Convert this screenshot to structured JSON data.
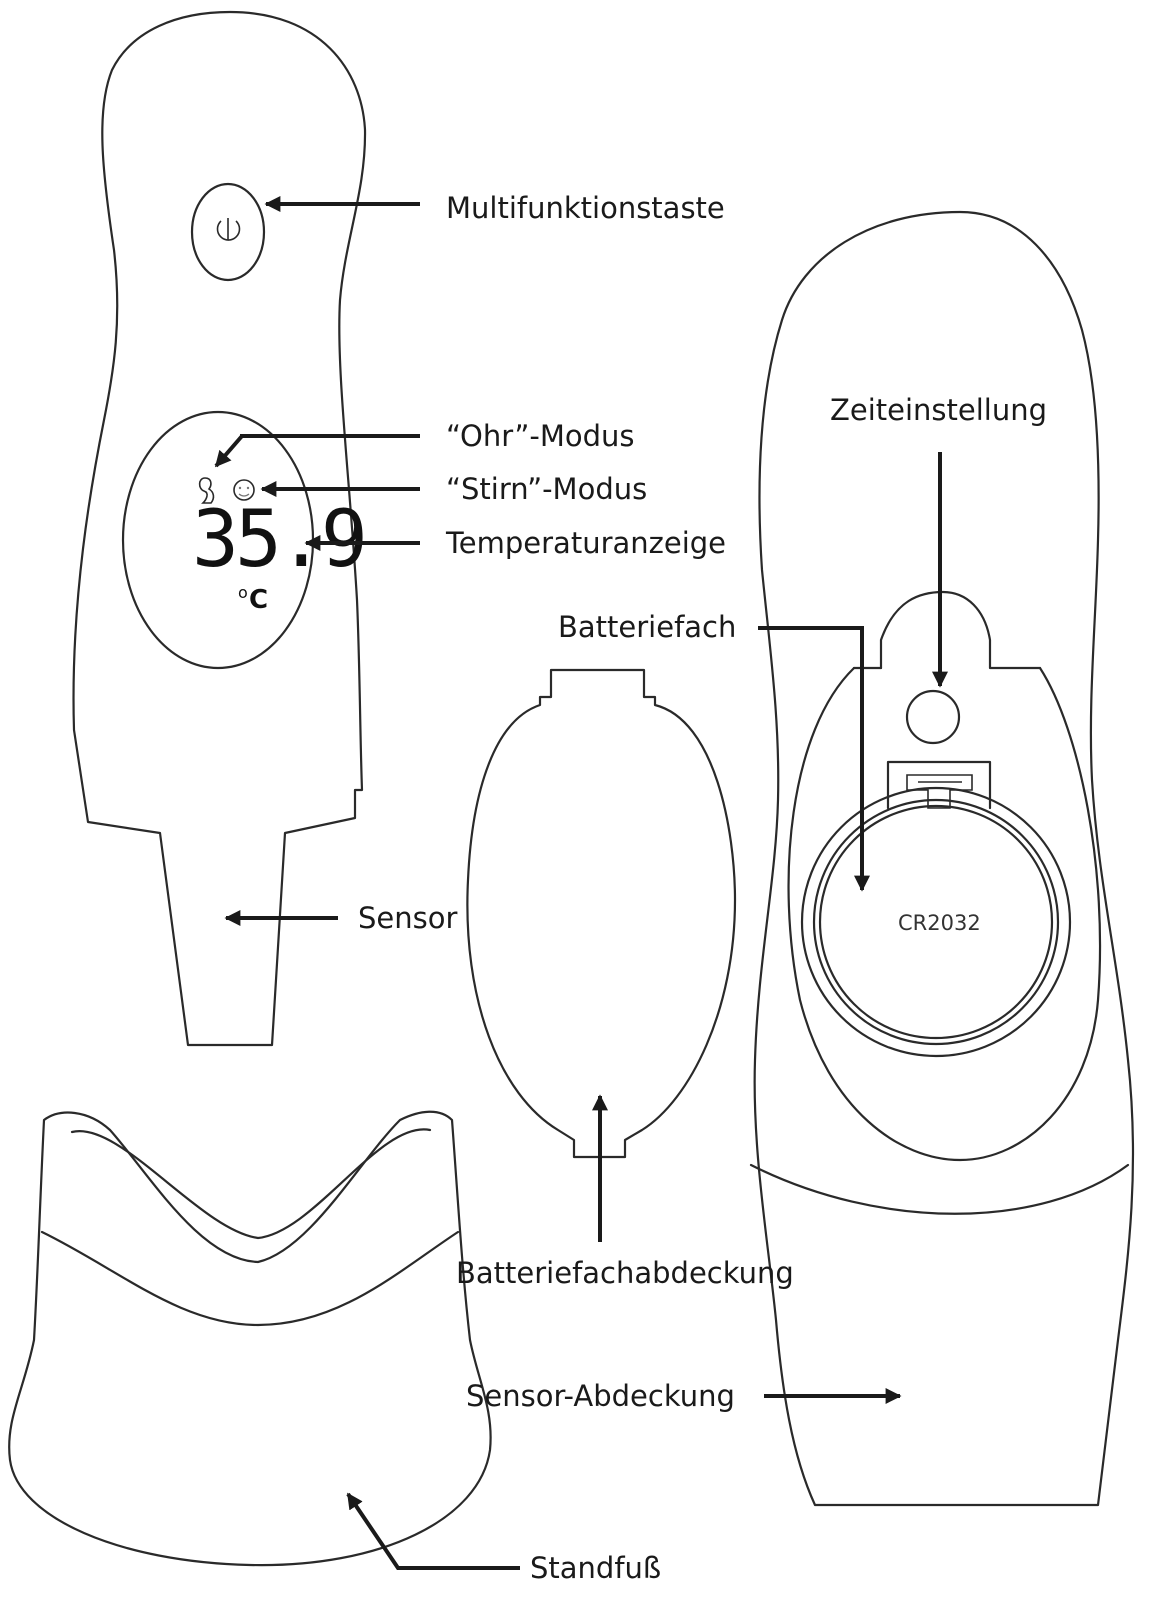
{
  "labels": {
    "multifunction_button": "Multifunktionstaste",
    "ear_mode": "“Ohr”-Modus",
    "forehead_mode": "“Stirn”-Modus",
    "temperature_display": "Temperaturanzeige",
    "sensor": "Sensor",
    "time_setting": "Zeiteinstellung",
    "battery_compartment": "Batteriefach",
    "battery_cover": "Batteriefachabdeckung",
    "sensor_cover": "Sensor-Abdeckung",
    "stand": "Standfuß"
  },
  "display": {
    "temperature": "35.9",
    "unit": "C",
    "degree": "o"
  },
  "battery": {
    "type": "CR2032"
  },
  "colors": {
    "stroke": "#2a2a2a",
    "arrow": "#1a1a1a",
    "background": "#ffffff"
  }
}
